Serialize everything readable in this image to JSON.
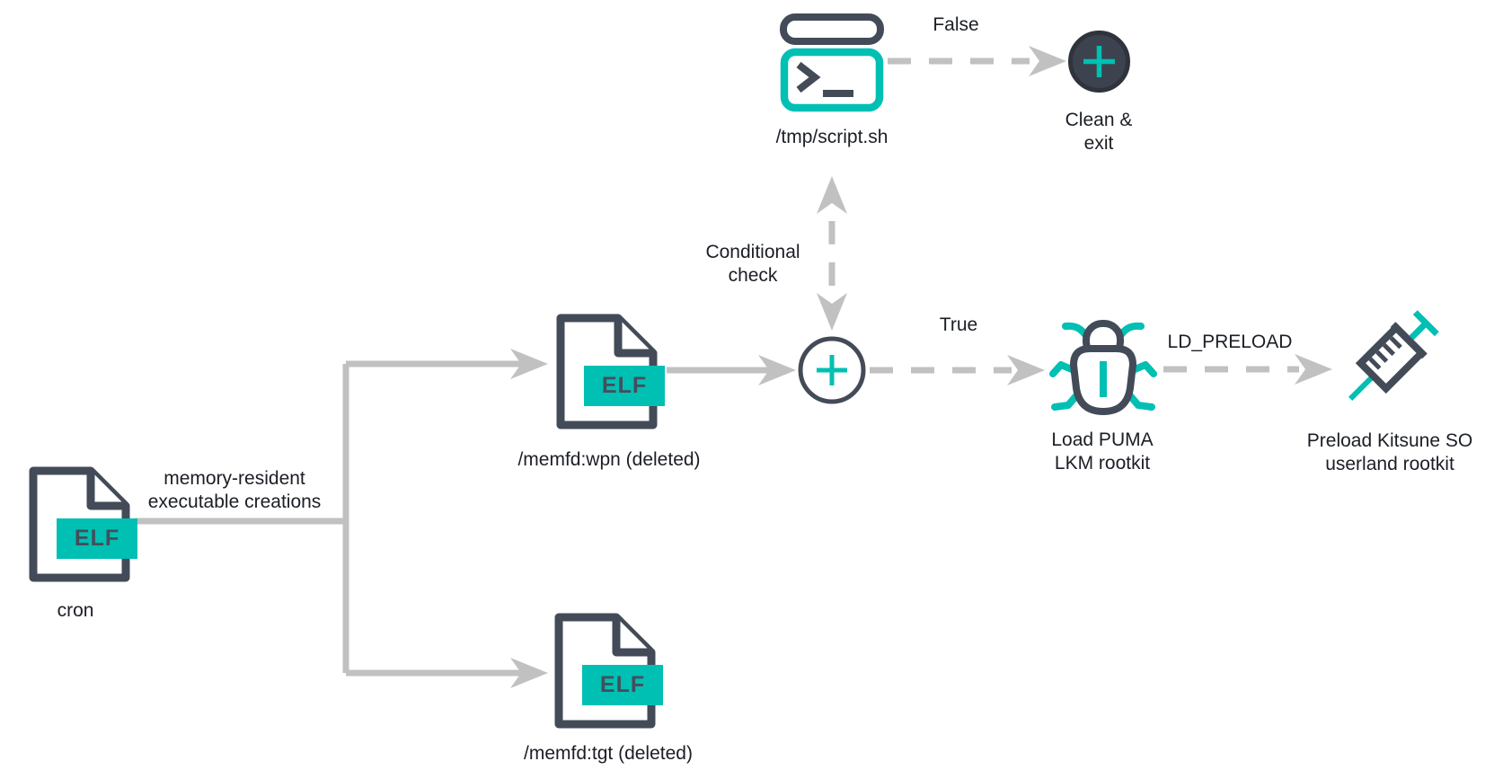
{
  "colors": {
    "teal": "#00BFB3",
    "slate": "#434B58",
    "arrow": "#C1C1C1",
    "text": "#1B1E25",
    "node_fill": "#3C434E",
    "node_ring": "#2E333C",
    "badge_text": "#454D5A",
    "bg": "#FFFFFF"
  },
  "icons": {
    "elf_file": "elf-file-icon",
    "terminal": "terminal-icon",
    "plus_circle": "plus-circle-icon",
    "clean_exit": "clean-exit-circle-icon",
    "bug": "bug-icon",
    "syringe": "syringe-icon"
  },
  "nodes": {
    "cron": {
      "badge": "ELF",
      "label": "cron"
    },
    "memfd_wpn": {
      "badge": "ELF",
      "label": "/memfd:wpn (deleted)"
    },
    "memfd_tgt": {
      "badge": "ELF",
      "label": "/memfd:tgt (deleted)"
    },
    "tmp_script": {
      "label": "/tmp/script.sh"
    },
    "clean_exit": {
      "label_lines": [
        "Clean &",
        "exit"
      ]
    },
    "load_puma": {
      "label_lines": [
        "Load PUMA",
        "LKM rootkit"
      ]
    },
    "preload_kitsune": {
      "label_lines": [
        "Preload Kitsune SO",
        "userland rootkit"
      ]
    }
  },
  "edges": {
    "memory_resident": {
      "label_lines": [
        "memory-resident",
        "executable creations"
      ]
    },
    "conditional_check": {
      "label_lines": [
        "Conditional",
        "check"
      ]
    },
    "false_branch": {
      "label": "False"
    },
    "true_branch": {
      "label": "True"
    },
    "ld_preload": {
      "label": "LD_PRELOAD"
    }
  }
}
